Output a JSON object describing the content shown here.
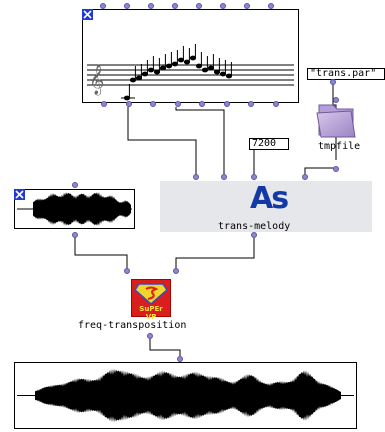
{
  "patch": {
    "score_editor": {
      "name": "chord-seq"
    },
    "sound_top": {
      "name": "sound"
    },
    "sound_bottom": {
      "name": "sound"
    },
    "value_box": {
      "text": "7200"
    },
    "string_box": {
      "text": "\"trans.par\""
    },
    "tmpfile": {
      "label": "tmpfile"
    },
    "as_box": {
      "glyph": "As",
      "label": "trans-melody"
    },
    "supervp": {
      "logo_text": "SuPEr VP",
      "label": "freq-transposition"
    }
  },
  "colors": {
    "inlet": "#8b86d6",
    "close": "#1f39d8",
    "as_bg": "#e6e7ea",
    "as_blue": "#1439a6"
  }
}
